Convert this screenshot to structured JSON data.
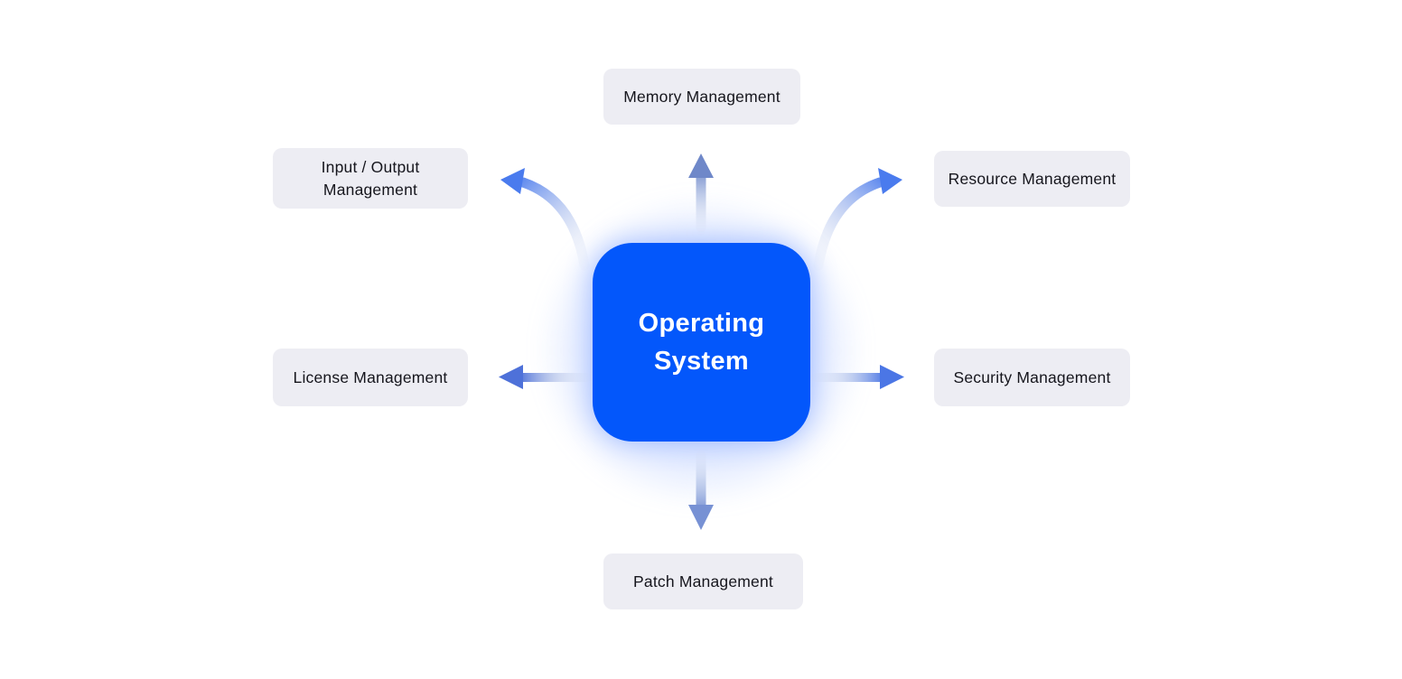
{
  "diagram": {
    "center": {
      "label": "Operating System"
    },
    "nodes": [
      {
        "id": "memory-management",
        "label": "Memory Management"
      },
      {
        "id": "input-output-management",
        "label": "Input / Output Management"
      },
      {
        "id": "resource-management",
        "label": "Resource Management"
      },
      {
        "id": "license-management",
        "label": "License Management"
      },
      {
        "id": "security-management",
        "label": "Security Management"
      },
      {
        "id": "patch-management",
        "label": "Patch Management"
      }
    ],
    "arrows": [
      {
        "id": "arrow-up",
        "direction": "up",
        "from": "Operating System",
        "to": "Memory Management"
      },
      {
        "id": "arrow-upper-left",
        "direction": "upper-left",
        "from": "Operating System",
        "to": "Input / Output Management"
      },
      {
        "id": "arrow-upper-right",
        "direction": "upper-right",
        "from": "Operating System",
        "to": "Resource Management"
      },
      {
        "id": "arrow-left",
        "direction": "left",
        "from": "Operating System",
        "to": "License Management"
      },
      {
        "id": "arrow-right",
        "direction": "right",
        "from": "Operating System",
        "to": "Security Management"
      },
      {
        "id": "arrow-down",
        "direction": "down",
        "from": "Operating System",
        "to": "Patch Management"
      }
    ],
    "colors": {
      "background": "#FFFFFF",
      "center_fill": "#0357FB",
      "center_text": "#FFFFFF",
      "node_fill": "#EDEDF3",
      "node_text": "#16161D",
      "arrow_blue": "#4A7BEE",
      "glow": "#5E8CFF"
    }
  }
}
